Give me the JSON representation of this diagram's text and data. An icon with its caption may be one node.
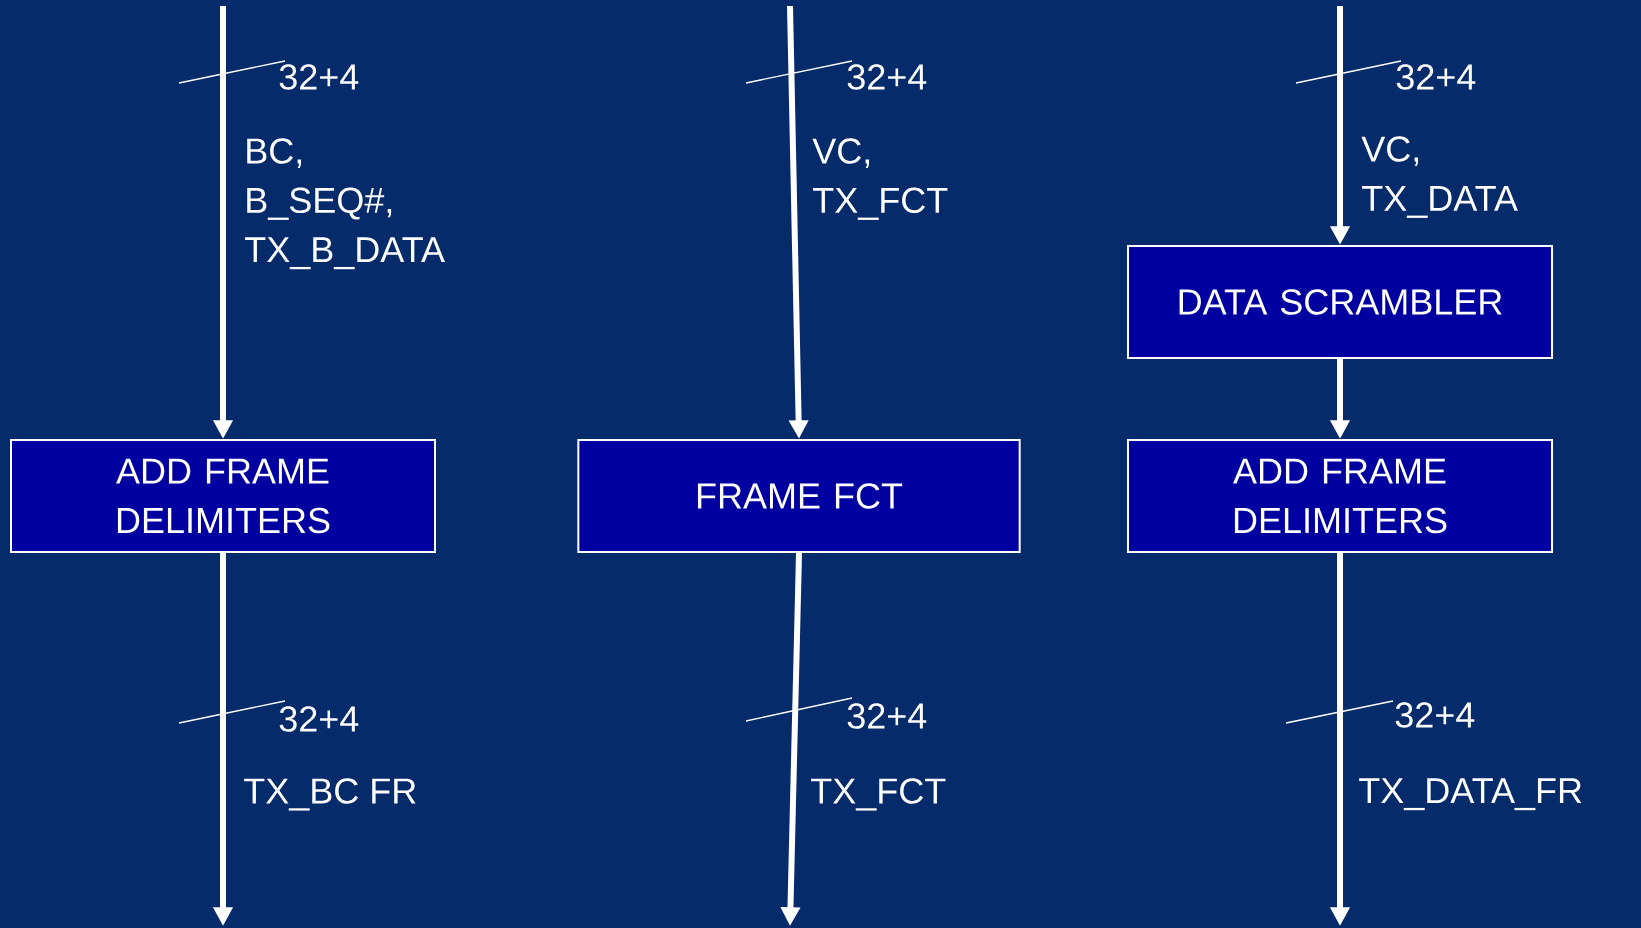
{
  "diagram": {
    "nodes": [
      {
        "text": [
          "ADD FRAME DELIMITERS"
        ]
      },
      {
        "text": [
          "FRAME FCT"
        ]
      },
      {
        "text": [
          "DATA SCRAMBLER"
        ]
      },
      {
        "text": [
          "ADD FRAME DELIMITERS"
        ]
      }
    ],
    "edges": [
      {
        "from": null,
        "to": 0,
        "arrow": "to",
        "label": "BC, B_SEQ#, TX_B_DATA"
      },
      {
        "from": 0,
        "to": null,
        "arrow": "to",
        "label": "TX_BC FR"
      },
      {
        "from": null,
        "to": 1,
        "arrow": "to",
        "label": "VC, TX_FCT"
      },
      {
        "from": 1,
        "to": null,
        "arrow": "to",
        "label": "TX_FCT"
      },
      {
        "from": null,
        "to": 2,
        "arrow": "to",
        "label": "VC, TX_DATA"
      },
      {
        "from": 2,
        "to": 3,
        "arrow": "to"
      },
      {
        "from": 3,
        "to": null,
        "arrow": "to",
        "label": "TX_DATA_FR"
      }
    ],
    "labels": [
      "32+4",
      "32+4",
      "32+4",
      "32+4",
      "32+4",
      "32+4"
    ]
  }
}
